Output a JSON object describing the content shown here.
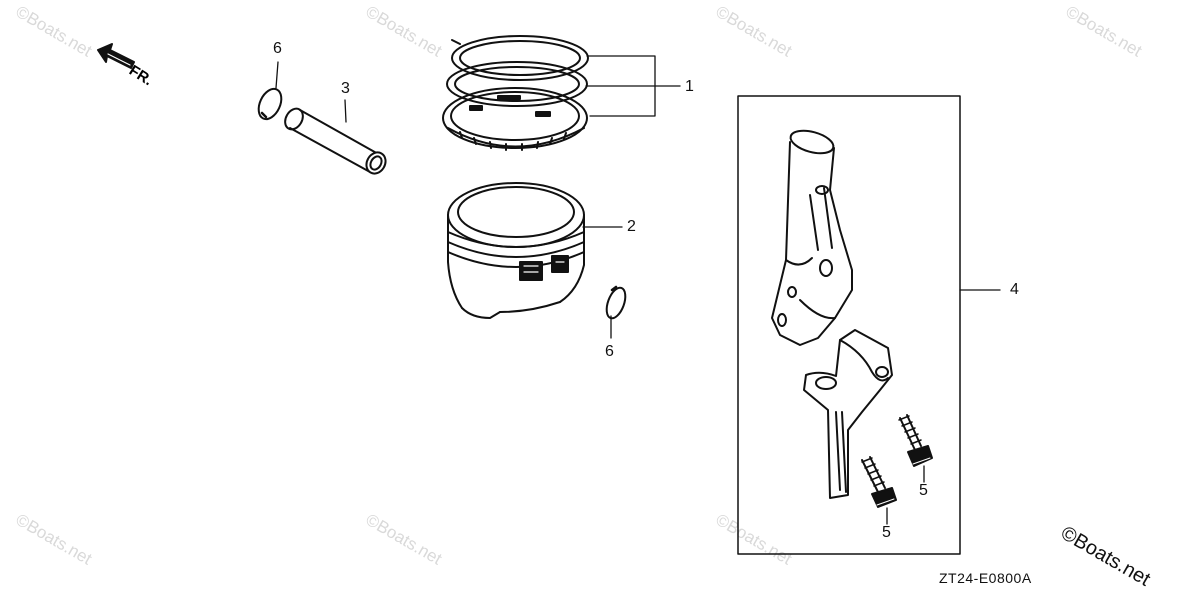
{
  "watermark": "©Boats.net",
  "copyright": "©Boats.net",
  "diagram_code": "ZT24-E0800A",
  "direction_label": "FR.",
  "callouts": {
    "piston_ring_set": "1",
    "piston": "2",
    "piston_pin": "3",
    "connecting_rod_assembly": "4",
    "rod_bolt_a": "5",
    "rod_bolt_b": "5",
    "pin_clip_a": "6",
    "pin_clip_b": "6"
  }
}
